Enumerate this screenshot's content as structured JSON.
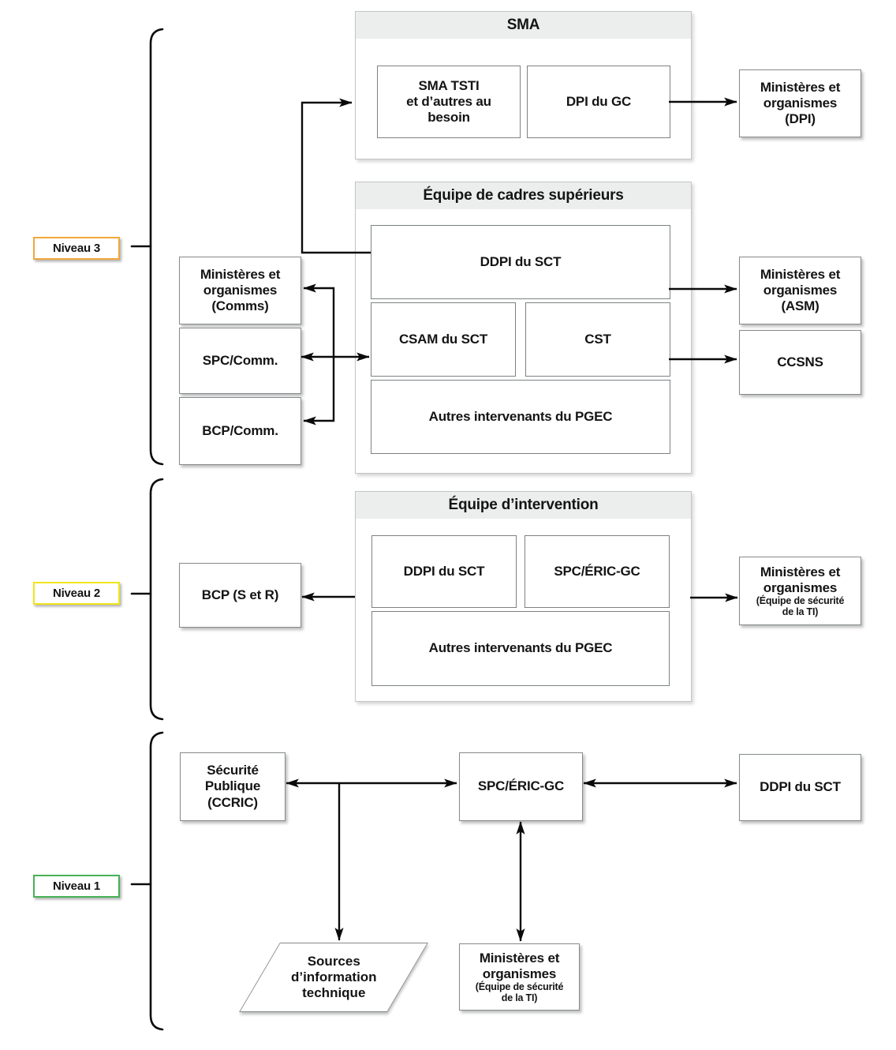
{
  "levels": {
    "level3": {
      "label": "Niveau 3",
      "border_color": "#F2A73B"
    },
    "level2": {
      "label": "Niveau 2",
      "border_color": "#EFE51C"
    },
    "level1": {
      "label": "Niveau 1",
      "border_color": "#47B156"
    }
  },
  "groups": {
    "sma": {
      "title": "SMA",
      "boxes": {
        "sma_tsti": "SMA TSTI\net d’autres au\nbesoin",
        "dpi_gc": "DPI du GC"
      }
    },
    "cadres": {
      "title": "Équipe de cadres supérieurs",
      "boxes": {
        "ddpi": "DDPI du SCT",
        "csam": "CSAM du SCT",
        "cst": "CST",
        "autres": "Autres intervenants du PGEC"
      }
    },
    "intervention": {
      "title": "Équipe d’intervention",
      "boxes": {
        "ddpi": "DDPI du SCT",
        "spc_eric": "SPC/ÉRIC-GC",
        "autres": "Autres intervenants du PGEC"
      }
    }
  },
  "nodes": {
    "min_comms": "Ministères et\norganismes\n(Comms)",
    "spc_comm": "SPC/Comm.",
    "bcp_comm": "BCP/Comm.",
    "min_dpi": "Ministères et\norganismes\n(DPI)",
    "min_asm": "Ministères et\norganismes\n(ASM)",
    "ccsns": "CCSNS",
    "bcp_sr": "BCP (S et R)",
    "min_ti_main": "Ministères et\norganismes",
    "min_ti_sub": "(Équipe de sécurité\nde la TI)",
    "securite_publique": "Sécurité\nPublique\n(CCRIC)",
    "spc_eric": "SPC/ÉRIC-GC",
    "ddpi_sct": "DDPI du SCT",
    "sources": "Sources\nd’information\ntechnique"
  },
  "line_color": "#0a0a0a"
}
